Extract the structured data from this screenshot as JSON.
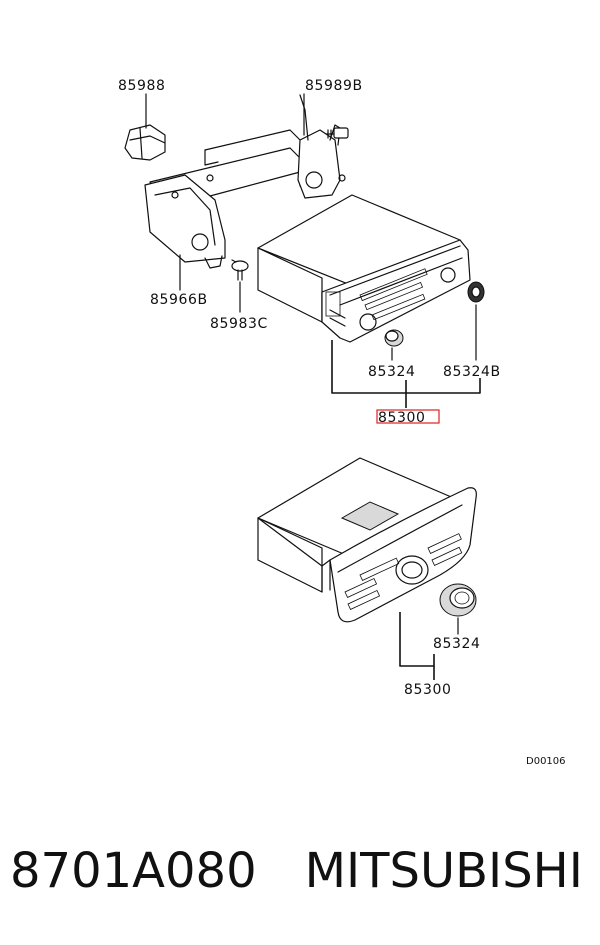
{
  "labels": {
    "p85988": "85988",
    "p85989b": "85989B",
    "p85966b": "85966B",
    "p85983c": "85983C",
    "p85324_top": "85324",
    "p85324b": "85324B",
    "p85300_top": "85300",
    "p85324_bottom": "85324",
    "p85300_bottom": "85300"
  },
  "diagram_ref": "D00106",
  "footer": {
    "part_number": "8701A080",
    "brand": "MITSUBISHI"
  },
  "colors": {
    "line": "#111111",
    "highlight": "#e02020"
  }
}
